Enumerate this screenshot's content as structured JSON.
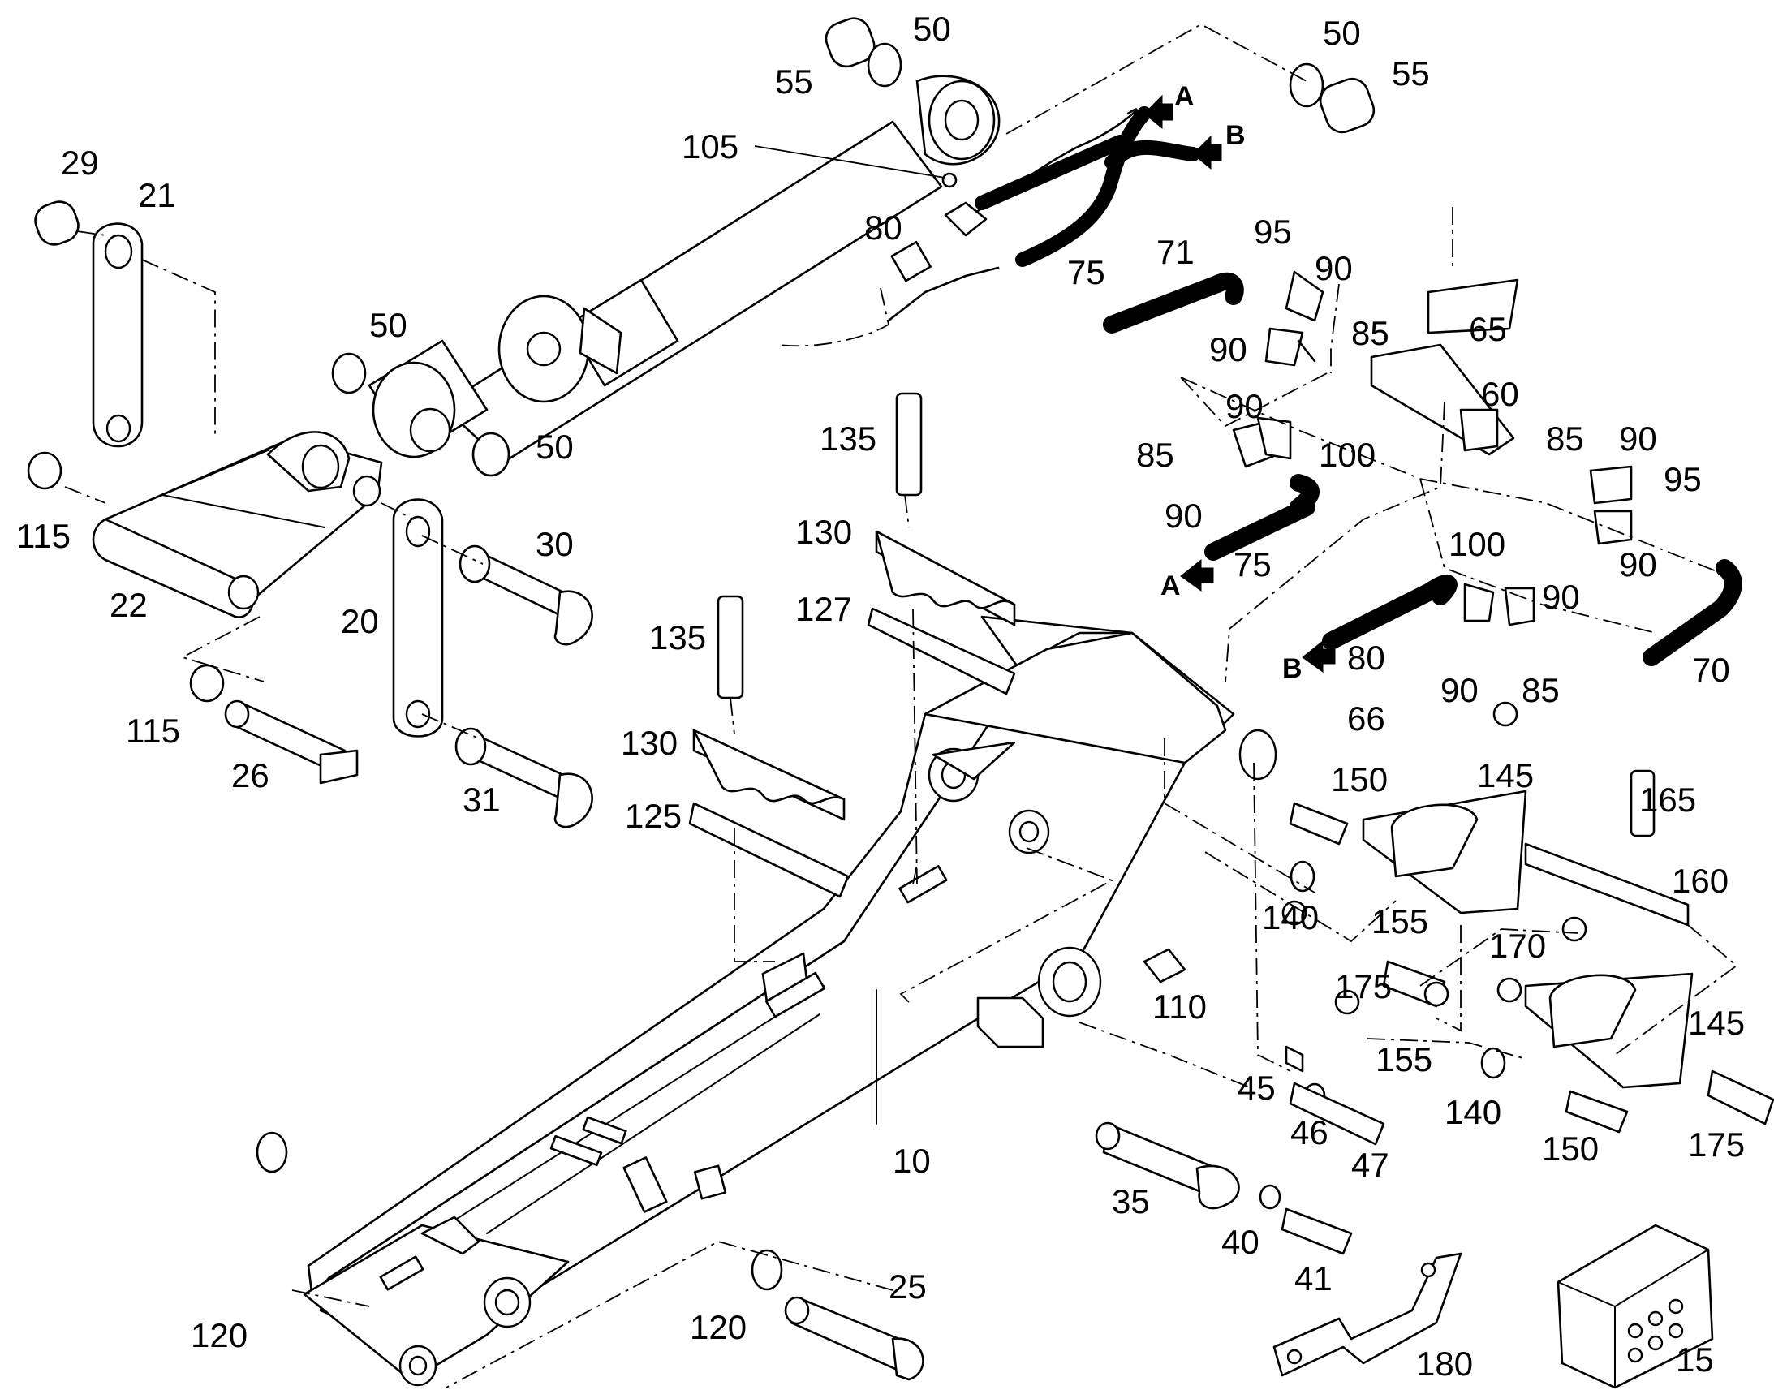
{
  "callouts": [
    {
      "id": "c10",
      "label": "10"
    },
    {
      "id": "c15",
      "label": "15"
    },
    {
      "id": "c20",
      "label": "20"
    },
    {
      "id": "c21",
      "label": "21"
    },
    {
      "id": "c22",
      "label": "22"
    },
    {
      "id": "c25",
      "label": "25"
    },
    {
      "id": "c26",
      "label": "26"
    },
    {
      "id": "c29",
      "label": "29"
    },
    {
      "id": "c30",
      "label": "30"
    },
    {
      "id": "c31",
      "label": "31"
    },
    {
      "id": "c35",
      "label": "35"
    },
    {
      "id": "c40",
      "label": "40"
    },
    {
      "id": "c41",
      "label": "41"
    },
    {
      "id": "c45",
      "label": "45"
    },
    {
      "id": "c46",
      "label": "46"
    },
    {
      "id": "c47",
      "label": "47"
    },
    {
      "id": "c50a",
      "label": "50"
    },
    {
      "id": "c50b",
      "label": "50"
    },
    {
      "id": "c50c",
      "label": "50"
    },
    {
      "id": "c50d",
      "label": "50"
    },
    {
      "id": "c55a",
      "label": "55"
    },
    {
      "id": "c55b",
      "label": "55"
    },
    {
      "id": "c60",
      "label": "60"
    },
    {
      "id": "c65",
      "label": "65"
    },
    {
      "id": "c66",
      "label": "66"
    },
    {
      "id": "c70",
      "label": "70"
    },
    {
      "id": "c71",
      "label": "71"
    },
    {
      "id": "c75a",
      "label": "75"
    },
    {
      "id": "c75b",
      "label": "75"
    },
    {
      "id": "c80a",
      "label": "80"
    },
    {
      "id": "c80b",
      "label": "80"
    },
    {
      "id": "c85a",
      "label": "85"
    },
    {
      "id": "c85b",
      "label": "85"
    },
    {
      "id": "c85c",
      "label": "85"
    },
    {
      "id": "c85d",
      "label": "85"
    },
    {
      "id": "c90a",
      "label": "90"
    },
    {
      "id": "c90b",
      "label": "90"
    },
    {
      "id": "c90c",
      "label": "90"
    },
    {
      "id": "c90d",
      "label": "90"
    },
    {
      "id": "c90e",
      "label": "90"
    },
    {
      "id": "c90f",
      "label": "90"
    },
    {
      "id": "c90g",
      "label": "90"
    },
    {
      "id": "c90h",
      "label": "90"
    },
    {
      "id": "c95a",
      "label": "95"
    },
    {
      "id": "c95b",
      "label": "95"
    },
    {
      "id": "c100a",
      "label": "100"
    },
    {
      "id": "c100b",
      "label": "100"
    },
    {
      "id": "c105",
      "label": "105"
    },
    {
      "id": "c110",
      "label": "110"
    },
    {
      "id": "c115a",
      "label": "115"
    },
    {
      "id": "c115b",
      "label": "115"
    },
    {
      "id": "c120a",
      "label": "120"
    },
    {
      "id": "c120b",
      "label": "120"
    },
    {
      "id": "c125",
      "label": "125"
    },
    {
      "id": "c127",
      "label": "127"
    },
    {
      "id": "c130a",
      "label": "130"
    },
    {
      "id": "c130b",
      "label": "130"
    },
    {
      "id": "c135a",
      "label": "135"
    },
    {
      "id": "c135b",
      "label": "135"
    },
    {
      "id": "c140a",
      "label": "140"
    },
    {
      "id": "c140b",
      "label": "140"
    },
    {
      "id": "c145a",
      "label": "145"
    },
    {
      "id": "c145b",
      "label": "145"
    },
    {
      "id": "c150a",
      "label": "150"
    },
    {
      "id": "c150b",
      "label": "150"
    },
    {
      "id": "c155a",
      "label": "155"
    },
    {
      "id": "c155b",
      "label": "155"
    },
    {
      "id": "c160",
      "label": "160"
    },
    {
      "id": "c165",
      "label": "165"
    },
    {
      "id": "c170",
      "label": "170"
    },
    {
      "id": "c175a",
      "label": "175"
    },
    {
      "id": "c175b",
      "label": "175"
    },
    {
      "id": "c180",
      "label": "180"
    }
  ],
  "port_markers": [
    {
      "id": "pA1",
      "label": "A"
    },
    {
      "id": "pB1",
      "label": "B"
    },
    {
      "id": "pA2",
      "label": "A"
    },
    {
      "id": "pB2",
      "label": "B"
    }
  ]
}
